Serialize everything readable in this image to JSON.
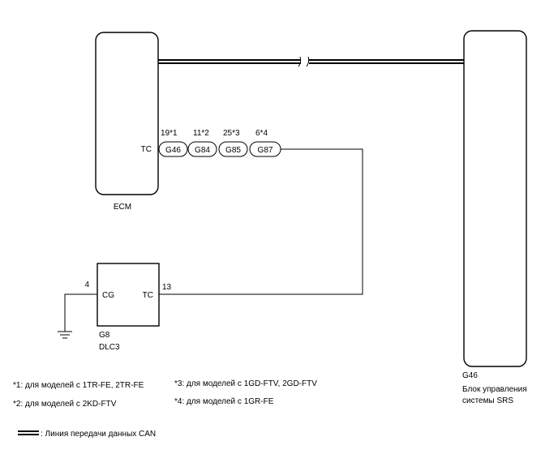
{
  "ecm": {
    "label": "ECM",
    "pin_tc": "TC"
  },
  "connectors": [
    {
      "pin": "19*1",
      "id": "G46"
    },
    {
      "pin": "11*2",
      "id": "G84"
    },
    {
      "pin": "25*3",
      "id": "G85"
    },
    {
      "pin": "6*4",
      "id": "G87"
    }
  ],
  "dlc3": {
    "code": "G8",
    "name": "DLC3",
    "pin_cg": "CG",
    "pin_tc": "TC",
    "pin_cg_num": "4",
    "pin_tc_num": "13"
  },
  "srs": {
    "code": "G46",
    "name_line1": "Блок управления",
    "name_line2": "системы SRS"
  },
  "notes": {
    "n1": "*1: для моделей с 1TR-FE, 2TR-FE",
    "n2": "*2: для моделей с 2KD-FTV",
    "n3": "*3: для моделей с 1GD-FTV, 2GD-FTV",
    "n4": "*4: для моделей с 1GR-FE"
  },
  "legend": {
    "can_label": ": Линия передачи данных CAN"
  }
}
